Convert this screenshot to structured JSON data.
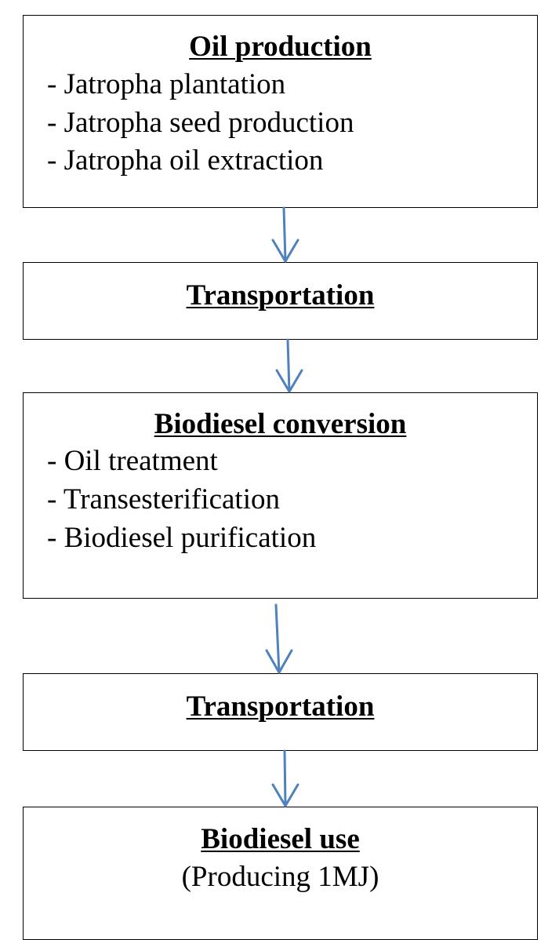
{
  "boxes": [
    {
      "title": "Oil production",
      "items": [
        "- Jatropha plantation",
        "- Jatropha seed production",
        "- Jatropha oil extraction"
      ]
    },
    {
      "title": "Transportation"
    },
    {
      "title": "Biodiesel conversion",
      "items": [
        "- Oil treatment",
        "- Transesterification",
        "- Biodiesel purification"
      ]
    },
    {
      "title": "Transportation"
    },
    {
      "title": "Biodiesel use",
      "subtitle": "(Producing 1MJ)"
    }
  ],
  "colors": {
    "arrow": "#4f81bd",
    "border": "#000000",
    "text": "#000000"
  }
}
